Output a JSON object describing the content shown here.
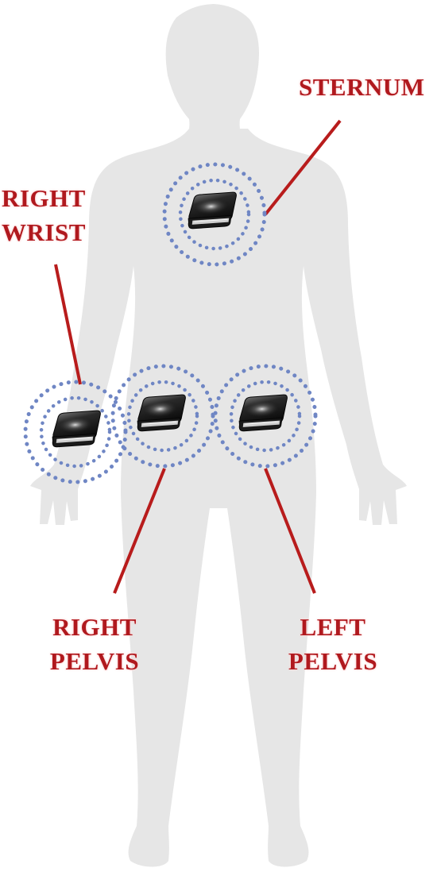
{
  "colors": {
    "silhouette": "#e6e6e6",
    "label": "#b0191e",
    "leader_line": "#b81c1c",
    "ring": "#6f86c4",
    "sensor_body": "#141414",
    "sensor_strap": "#d6d6d6"
  },
  "sensors": [
    {
      "id": "sternum",
      "label_lines": [
        "STERNUM"
      ],
      "icon": "imu-sensor-icon"
    },
    {
      "id": "right-wrist",
      "label_lines": [
        "RIGHT",
        "WRIST"
      ],
      "icon": "imu-sensor-icon"
    },
    {
      "id": "right-pelvis",
      "label_lines": [
        "RIGHT",
        "PELVIS"
      ],
      "icon": "imu-sensor-icon"
    },
    {
      "id": "left-pelvis",
      "label_lines": [
        "LEFT",
        "PELVIS"
      ],
      "icon": "imu-sensor-icon"
    }
  ]
}
